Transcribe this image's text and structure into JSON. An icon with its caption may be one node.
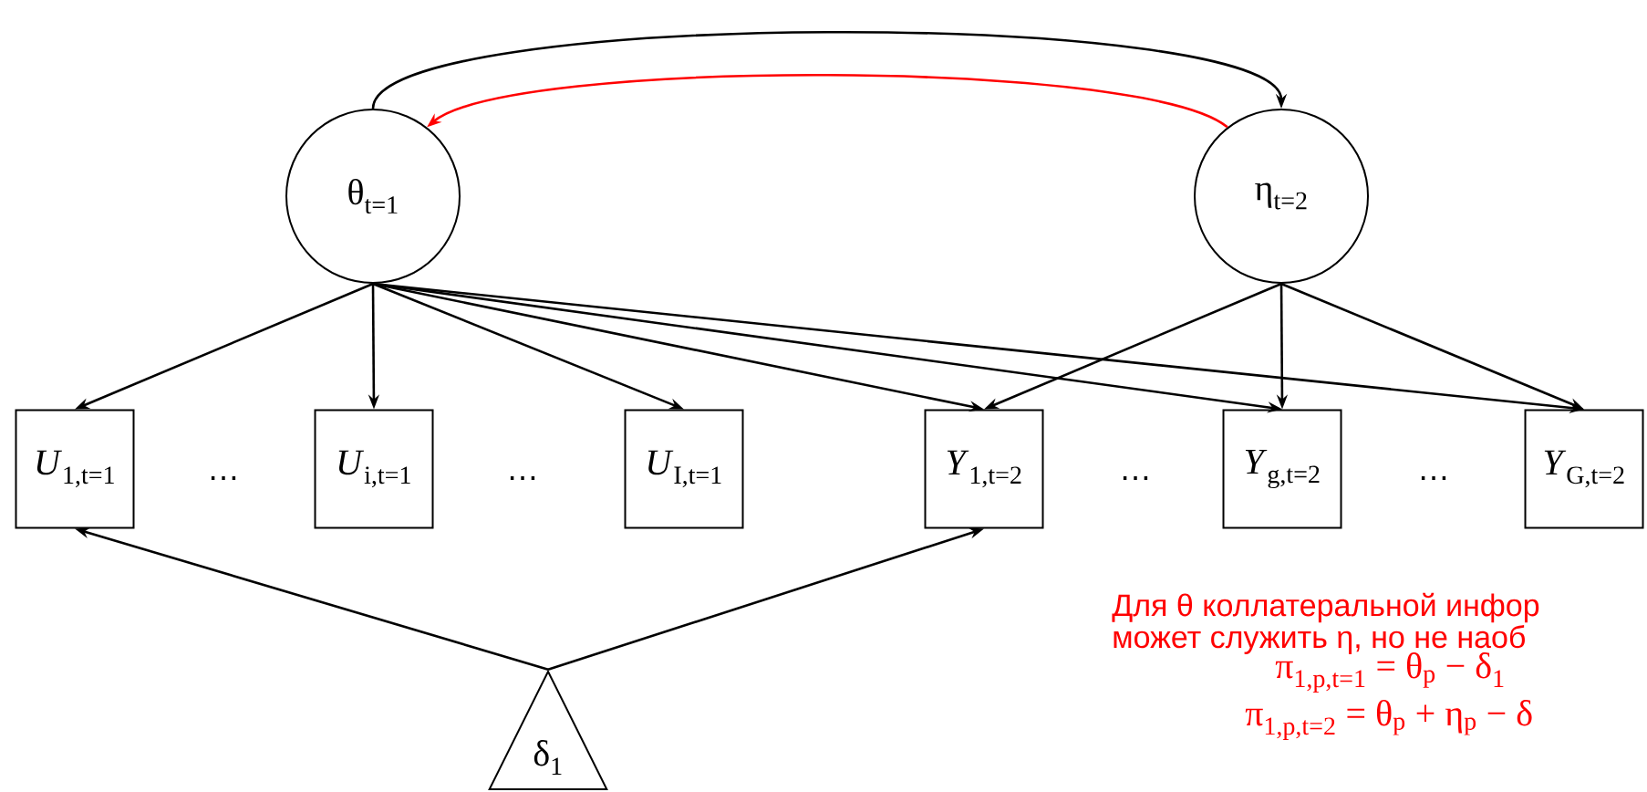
{
  "diagram": {
    "nodes": [
      {
        "text": [
          "θ$_{t=1}$"
        ]
      },
      {
        "text": [
          "η$_{t=2}$"
        ]
      },
      {
        "text": [
          "*U*$_{1,t=1}$"
        ]
      },
      {
        "text": [
          "*U*$_{i,t=1}$"
        ]
      },
      {
        "text": [
          "*U*$_{I,t=1}$"
        ]
      },
      {
        "text": [
          "*Y*$_{1,t=2}$"
        ]
      },
      {
        "text": [
          "*Y*$_{g,t=2}$"
        ]
      },
      {
        "text": [
          "*Y*$_{G,t=2}$"
        ]
      },
      {
        "text": [
          "δ$_{1}$"
        ]
      }
    ],
    "edges": [
      {
        "from": 0,
        "to": 1,
        "arrow": "to"
      },
      {
        "from": 1,
        "to": 0,
        "arrow": "to",
        "color": "#ff0000"
      },
      {
        "from": 0,
        "to": 2,
        "arrow": "to"
      },
      {
        "from": 0,
        "to": 3,
        "arrow": "to"
      },
      {
        "from": 0,
        "to": 4,
        "arrow": "to"
      },
      {
        "from": 0,
        "to": 5,
        "arrow": "to"
      },
      {
        "from": 0,
        "to": 6,
        "arrow": "to"
      },
      {
        "from": 0,
        "to": 7,
        "arrow": "to"
      },
      {
        "from": 1,
        "to": 5,
        "arrow": "to"
      },
      {
        "from": 1,
        "to": 6,
        "arrow": "to"
      },
      {
        "from": 1,
        "to": 7,
        "arrow": "to"
      },
      {
        "from": 8,
        "to": 2,
        "arrow": "to"
      },
      {
        "from": 8,
        "to": 5,
        "arrow": "to"
      }
    ],
    "labels": [
      "…",
      "…",
      "…",
      "…",
      "Для θ коллатеральной инфор",
      "может служить η, но не наоб",
      "π$_{1,p,t=1}$ = θ$_{p}$ − δ$_{1}$",
      "π$_{1,p,t=2}$ = θ$_{p}$ + η$_{p}$ − δ"
    ]
  }
}
